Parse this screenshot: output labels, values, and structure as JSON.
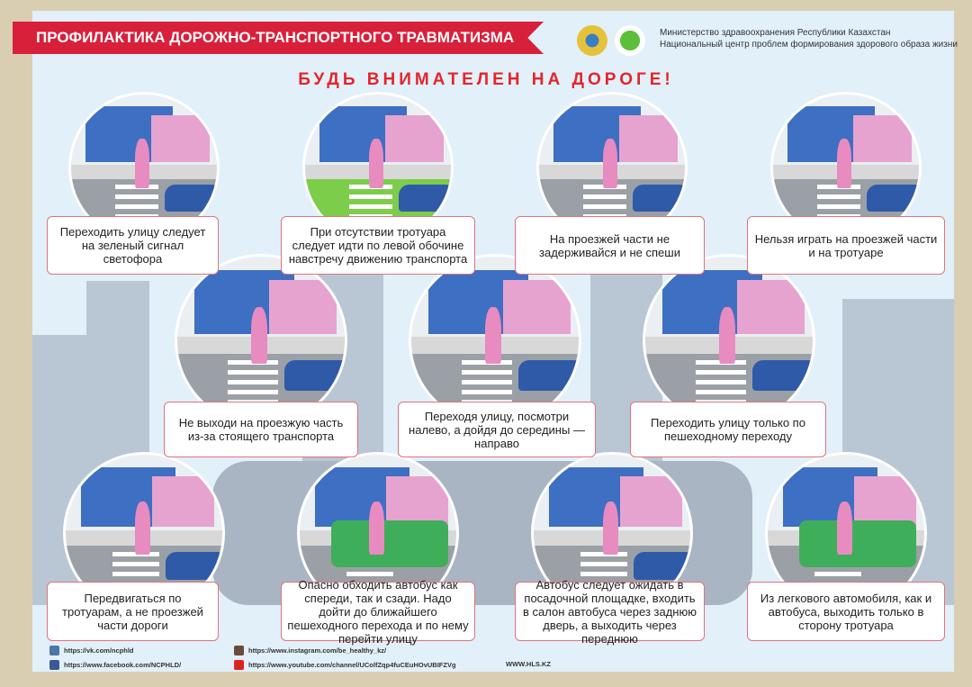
{
  "header": {
    "title": "ПРОФИЛАКТИКА ДОРОЖНО-ТРАНСПОРТНОГО ТРАВМАТИЗМА",
    "org_line1": "Министерство здравоохранения Республики Казахстан",
    "org_line2": "Национальный центр проблем формирования здорового образа жизни"
  },
  "slogan": "БУДЬ ВНИМАТЕЛЕН НА ДОРОГЕ!",
  "tips": [
    "Переходить улицу следует на зеленый сигнал светофора",
    "При отсутствии тротуара следует идти по левой обочине навстречу движению транспорта",
    "На проезжей части не задерживайся и не спеши",
    "Нельзя играть на проезжей части и на тротуаре",
    "Не выходи на проезжую часть из-за стоящего транспорта",
    "Переходя улицу, посмотри налево, а дойдя до середины — направо",
    "Переходить улицу только по пешеходному переходу",
    "Передвигаться по тротуарам, а не проезжей части дороги",
    "Опасно обходить автобус как спереди, так и сзади. Надо дойти до ближайшего пешеходного перехода и по нему перейти улицу",
    "Автобус следует ожидать в посадочной площадке, входить в салон автобуса через заднюю дверь, а выходить через переднюю",
    "Из легкового автомобиля, как и автобуса, выходить только в сторону тротуара"
  ],
  "footer": {
    "vk": "https://vk.com/ncphld",
    "facebook": "https://www.facebook.com/NCPHLD/",
    "instagram": "https://www.instagram.com/be_healthy_kz/",
    "youtube": "https://www.youtube.com/channel/UColfZqp4fuCEuHOvUBIFZVg",
    "site": "WWW.HLS.KZ"
  }
}
